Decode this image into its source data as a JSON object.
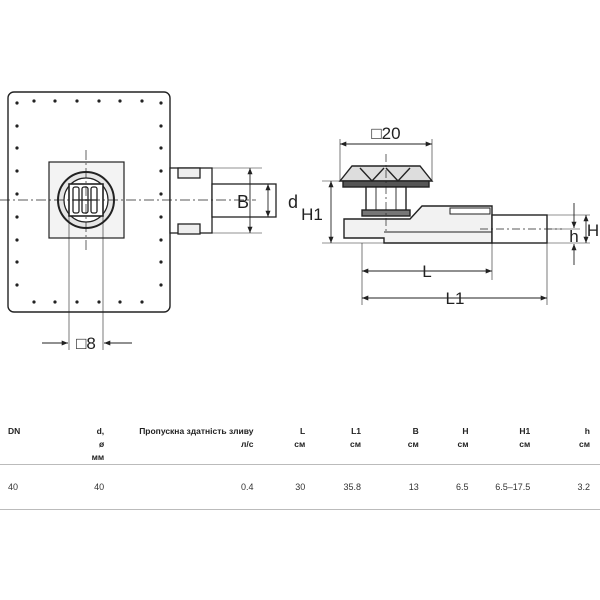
{
  "labels": {
    "side_square": "□20",
    "plan_square": "□8",
    "B": "B",
    "d": "d",
    "H1": "H1",
    "H": "H",
    "h": "h",
    "L": "L",
    "L1": "L1"
  },
  "table": {
    "headers": [
      {
        "main": "DN",
        "unit": ""
      },
      {
        "main": "d, ø",
        "unit": "мм"
      },
      {
        "main": "Пропускна здатність зливу",
        "unit": "л/с"
      },
      {
        "main": "L",
        "unit": "см"
      },
      {
        "main": "L1",
        "unit": "см"
      },
      {
        "main": "B",
        "unit": "см"
      },
      {
        "main": "H",
        "unit": "см"
      },
      {
        "main": "H1",
        "unit": "см"
      },
      {
        "main": "h",
        "unit": "см"
      }
    ],
    "rows": [
      [
        "40",
        "40",
        "0.4",
        "30",
        "35.8",
        "13",
        "6.5",
        "6.5–17.5",
        "3.2"
      ]
    ]
  }
}
